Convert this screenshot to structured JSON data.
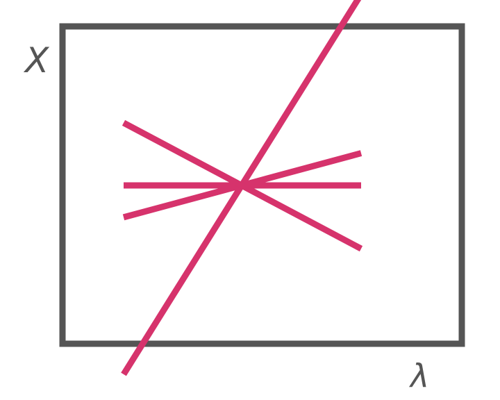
{
  "labels": {
    "y_axis": "X",
    "x_axis": "λ"
  },
  "colors": {
    "frame": "#555555",
    "lines": "#d6336c",
    "label": "#555555"
  },
  "lines": [
    {
      "name": "steep-rising-line",
      "slope": 1.6
    },
    {
      "name": "shallow-rising-line",
      "slope": 0.27
    },
    {
      "name": "flat-line",
      "slope": 0
    },
    {
      "name": "falling-line",
      "slope": -0.53
    }
  ]
}
